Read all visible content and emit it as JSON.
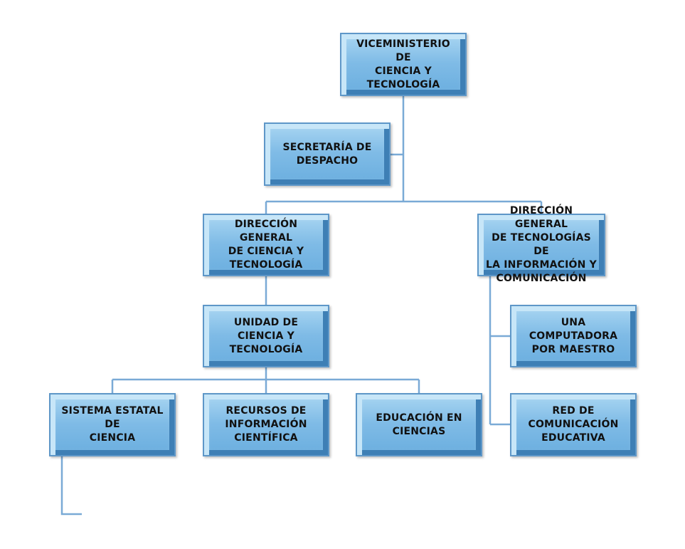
{
  "diagram": {
    "line_color": "#7aaad6",
    "box_colors": {
      "top": "#a9d6f2",
      "bottom": "#6aaedf",
      "border": "#5e97c8"
    },
    "nodes": [
      {
        "id": "viceministerio",
        "label": "VICEMINISTERIO DE\nCIENCIA Y\nTECNOLOGÍA"
      },
      {
        "id": "secretaria",
        "label": "SECRETARÍA DE\nDESPACHO"
      },
      {
        "id": "dg_ciencia",
        "label": "DIRECCIÓN GENERAL\nDE CIENCIA Y\nTECNOLOGÍA"
      },
      {
        "id": "dg_tic",
        "label": "DIRECCIÓN GENERAL\nDE TECNOLOGÍAS DE\nLA INFORMACIÓN Y\nCOMUNICACIÓN"
      },
      {
        "id": "unidad",
        "label": "UNIDAD DE CIENCIA Y\nTECNOLOGÍA"
      },
      {
        "id": "computadora",
        "label": "UNA COMPUTADORA\nPOR MAESTRO"
      },
      {
        "id": "sistema",
        "label": "SISTEMA ESTATAL DE\nCIENCIA"
      },
      {
        "id": "recursos",
        "label": "RECURSOS  DE\nINFORMACIÓN\nCIENTÍFICA"
      },
      {
        "id": "educacion",
        "label": "EDUCACIÓN EN\nCIENCIAS"
      },
      {
        "id": "red",
        "label": "RED DE\nCOMUNICACIÓN\nEDUCATIVA"
      }
    ]
  }
}
